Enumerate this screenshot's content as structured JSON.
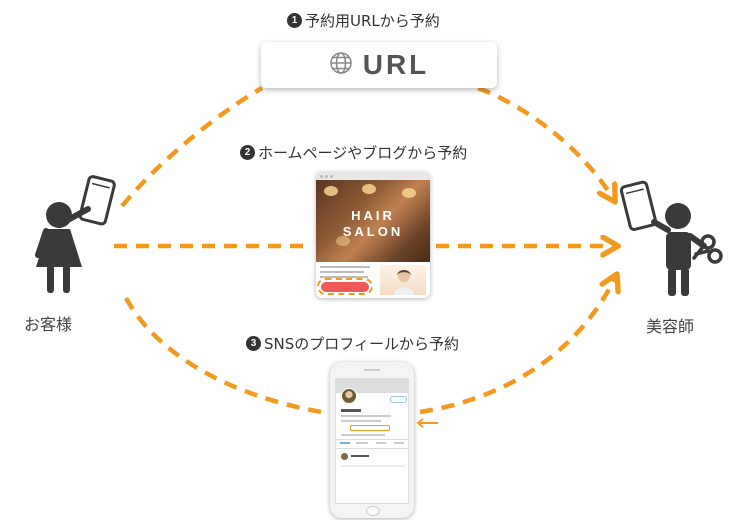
{
  "steps": [
    {
      "number": "1",
      "label": "予約用URLから予約"
    },
    {
      "number": "2",
      "label": "ホームページやブログから予約"
    },
    {
      "number": "3",
      "label": "SNSのプロフィールから予約"
    }
  ],
  "url_box": {
    "text": "URL",
    "icon": "globe-icon"
  },
  "homepage": {
    "title_line1": "HAIR",
    "title_line2": "SALON"
  },
  "customer": {
    "label": "お客様",
    "icon": "customer-person-icon"
  },
  "stylist": {
    "label": "美容師",
    "icon": "stylist-person-icon"
  },
  "colors": {
    "arrow": "#f39a1e",
    "person": "#3a3a3a",
    "button": "#f05a55"
  }
}
